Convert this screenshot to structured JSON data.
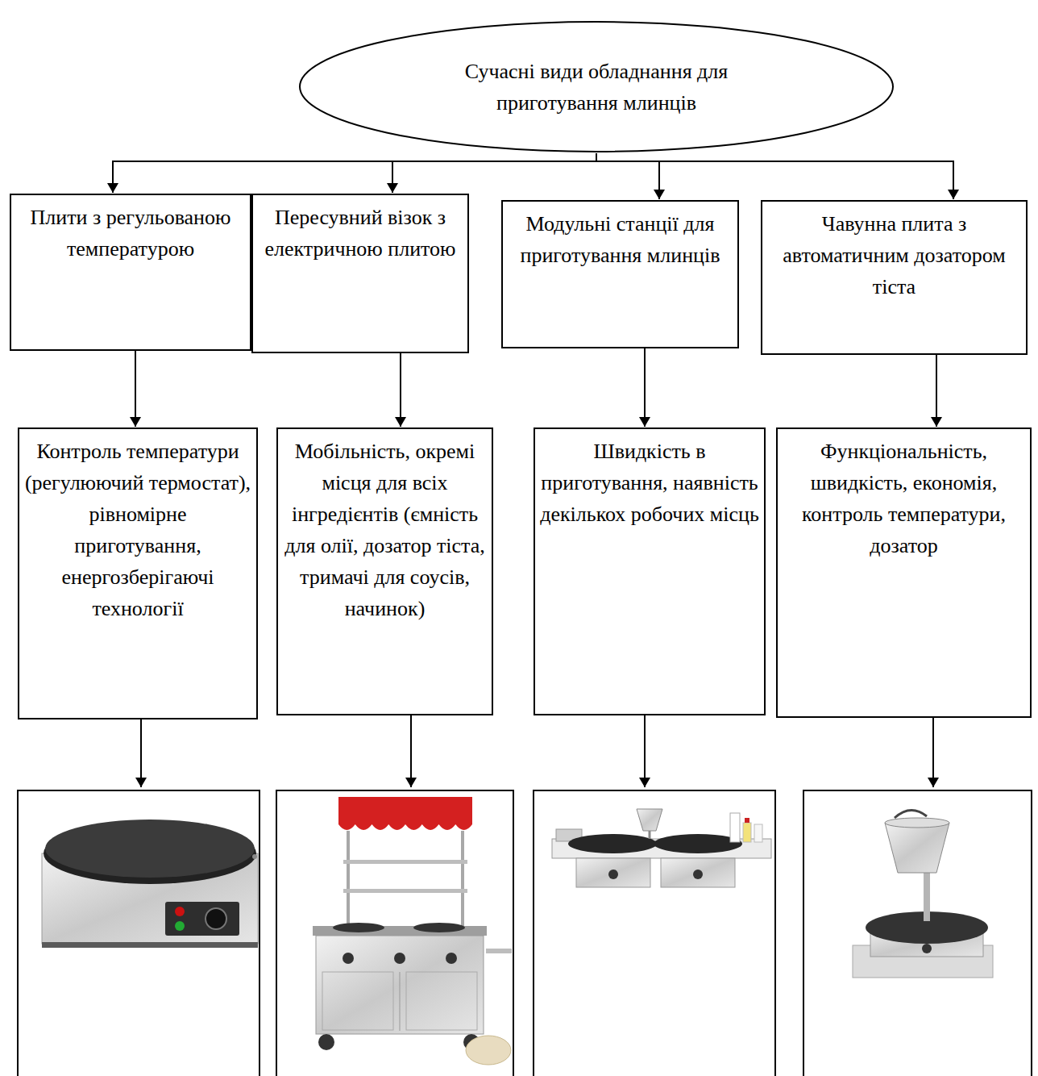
{
  "diagram": {
    "nodes": [
      {
        "text": [
          "Сучасні види обладнання для приготування млинців"
        ]
      },
      {
        "text": [
          "Плити з регульованою температурою"
        ]
      },
      {
        "text": [
          "Пересувний візок з електричною плитою"
        ]
      },
      {
        "text": [
          "Модульні станції для приготування млинців"
        ]
      },
      {
        "text": [
          "Чавунна плита з автоматичним дозатором тіста"
        ]
      },
      {
        "text": [
          "Контроль температури (регулюючий термостат), рівномірне приготування, енергозберігаючі технології"
        ]
      },
      {
        "text": [
          "Мобільність, окремі місця для всіх інгредієнтів (ємність для олії, дозатор тіста, тримачі для соусів, начинок)"
        ]
      },
      {
        "text": [
          "Швидкість в приготування, наявність декількох робочих місць"
        ]
      },
      {
        "text": [
          "Функціональність, швидкість, економія, контроль температури, дозатор"
        ]
      }
    ],
    "edges": [
      {
        "from": 0,
        "to": 1,
        "arrow": "to"
      },
      {
        "from": 0,
        "to": 2,
        "arrow": "to"
      },
      {
        "from": 0,
        "to": 3,
        "arrow": "to"
      },
      {
        "from": 0,
        "to": 4,
        "arrow": "to"
      },
      {
        "from": 1,
        "to": 5,
        "arrow": "to"
      },
      {
        "from": 2,
        "to": 6,
        "arrow": "to"
      },
      {
        "from": 3,
        "to": 7,
        "arrow": "to"
      },
      {
        "from": 4,
        "to": 8,
        "arrow": "to"
      }
    ]
  }
}
